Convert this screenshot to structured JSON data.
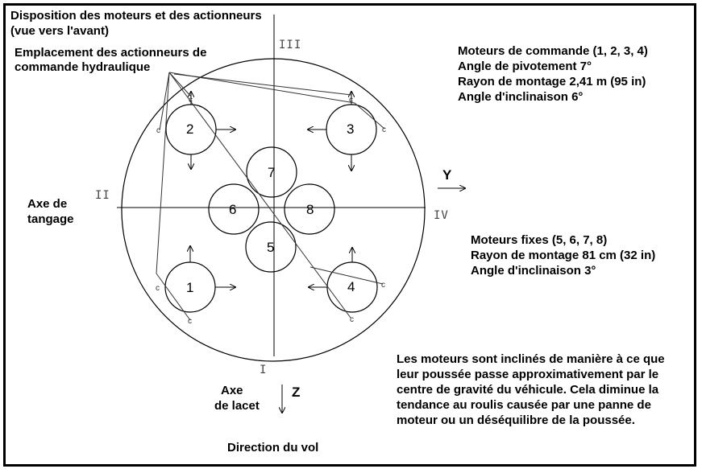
{
  "title_line1": "Disposition des moteurs et des actionneurs",
  "title_line2": "(vue vers l'avant)",
  "actuators_label_line1": "Emplacement des actionneurs de",
  "actuators_label_line2": "commande hydraulique",
  "control_engines": {
    "line1": "Moteurs de commande (1, 2, 3, 4)",
    "line2": "Angle de pivotement 7°",
    "line3": "Rayon de montage 2,41 m  (95 in)",
    "line4": "Angle d'inclinaison 6°"
  },
  "fixed_engines": {
    "line1": "Moteurs fixes (5, 6, 7, 8)",
    "line2": "Rayon de montage 81 cm (32 in)",
    "line3": "Angle d'inclinaison 3°"
  },
  "note": {
    "line1": "Les moteurs sont inclinés de manière à ce que",
    "line2": "leur poussée passe approximativement par le",
    "line3": "centre de gravité du véhicule. Cela diminue la",
    "line4": "tendance au roulis causée par une panne de",
    "line5": "moteur ou un déséquilibre de la poussée."
  },
  "pitch_axis_line1": "Axe de",
  "pitch_axis_line2": "tangage",
  "yaw_axis_line1": "Axe",
  "yaw_axis_line2": "de lacet",
  "flight_direction": "Direction du vol",
  "axis_y": "Y",
  "axis_z": "Z",
  "roman": {
    "I": "I",
    "II": "II",
    "III": "III",
    "IV": "IV"
  },
  "engines": [
    "1",
    "2",
    "3",
    "4",
    "5",
    "6",
    "7",
    "8"
  ],
  "actuator_mark": "c"
}
